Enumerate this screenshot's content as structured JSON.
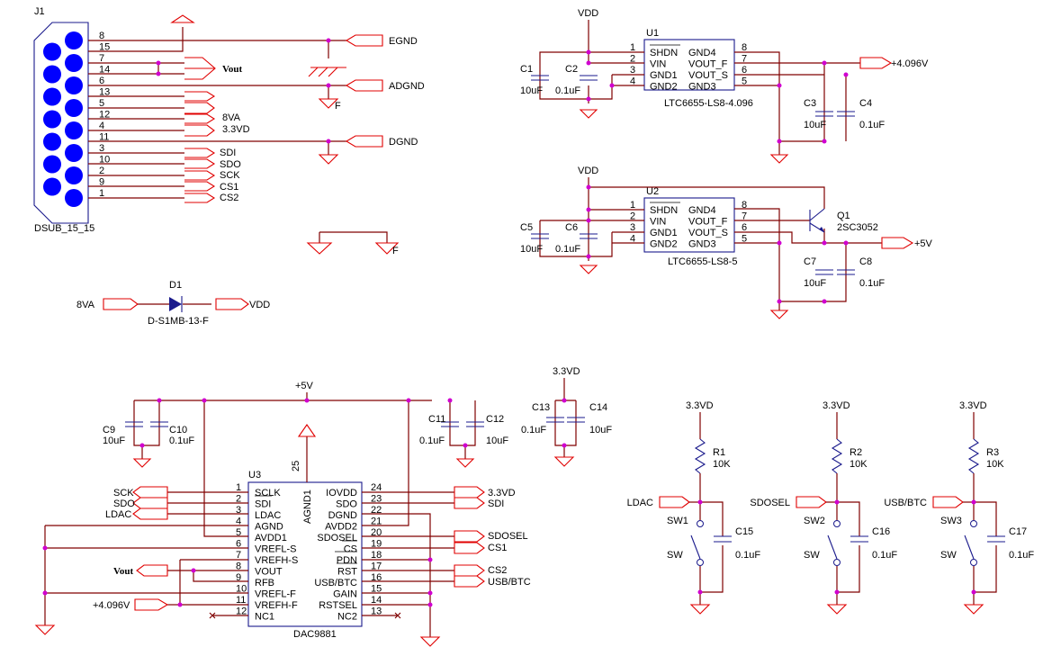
{
  "j1": {
    "ref": "J1",
    "footprint": "DSUB_15_15",
    "pins": [
      "8",
      "15",
      "7",
      "14",
      "6",
      "13",
      "5",
      "12",
      "4",
      "11",
      "3",
      "10",
      "2",
      "9",
      "1"
    ],
    "egnd": "EGND",
    "vout": "Vout",
    "adgnd": "ADGND",
    "v8va": "8VA",
    "v33": "3.3VD",
    "dgnd": "DGND",
    "sdi": "SDI",
    "sdo": "SDO",
    "sck": "SCK",
    "cs1": "CS1",
    "cs2": "CS2"
  },
  "d1": {
    "ref": "D1",
    "part": "D-S1MB-13-F",
    "in": "8VA",
    "out": "VDD"
  },
  "u1": {
    "ref": "U1",
    "part": "LTC6655-LS8-4.096",
    "vdd": "VDD",
    "out_net": "+4.096V",
    "pins_l": [
      "SHDN",
      "VIN",
      "GND1",
      "GND2"
    ],
    "pins_r": [
      "GND4",
      "VOUT_F",
      "VOUT_S",
      "GND3"
    ],
    "nums_l": [
      "1",
      "2",
      "3",
      "4"
    ],
    "nums_r": [
      "8",
      "7",
      "6",
      "5"
    ],
    "c1": "C1",
    "c1v": "10uF",
    "c2": "C2",
    "c2v": "0.1uF",
    "c3": "C3",
    "c3v": "10uF",
    "c4": "C4",
    "c4v": "0.1uF"
  },
  "u2": {
    "ref": "U2",
    "part": "LTC6655-LS8-5",
    "vdd": "VDD",
    "out_net": "+5V",
    "pins_l": [
      "SHDN",
      "VIN",
      "GND1",
      "GND2"
    ],
    "pins_r": [
      "GND4",
      "VOUT_F",
      "VOUT_S",
      "GND3"
    ],
    "nums_l": [
      "1",
      "2",
      "3",
      "4"
    ],
    "nums_r": [
      "8",
      "7",
      "6",
      "5"
    ],
    "c5": "C5",
    "c5v": "10uF",
    "c6": "C6",
    "c6v": "0.1uF",
    "c7": "C7",
    "c7v": "10uF",
    "c8": "C8",
    "c8v": "0.1uF",
    "q1": "Q1",
    "q1p": "2SC3052"
  },
  "u3": {
    "ref": "U3",
    "part": "DAC9881",
    "p5v": "+5V",
    "agnd1": "AGND1",
    "agnd1_num": "25",
    "pins_l": [
      "SCLK",
      "SDI",
      "LDAC",
      "AGND",
      "AVDD1",
      "VREFL-S",
      "VREFH-S",
      "VOUT",
      "RFB",
      "VREFL-F",
      "VREFH-F",
      "NC1"
    ],
    "nums_l": [
      "1",
      "2",
      "3",
      "4",
      "5",
      "6",
      "7",
      "8",
      "9",
      "10",
      "11",
      "12"
    ],
    "pins_r": [
      "IOVDD",
      "SDO",
      "DGND",
      "AVDD2",
      "SDOSEL",
      "CS",
      "PDN",
      "RST",
      "USB/BTC",
      "GAIN",
      "RSTSEL",
      "NC2"
    ],
    "nums_r": [
      "24",
      "23",
      "22",
      "21",
      "20",
      "19",
      "18",
      "17",
      "16",
      "15",
      "14",
      "13"
    ],
    "in_sck": "SCK",
    "in_sdo": "SDO",
    "in_ldac": "LDAC",
    "in_vout": "Vout",
    "in_ref": "+4.096V",
    "out_33": "3.3VD",
    "out_sdi": "SDI",
    "out_sdosel": "SDOSEL",
    "out_cs1": "CS1",
    "out_cs2": "CS2",
    "out_usb": "USB/BTC",
    "c9": "C9",
    "c9v": "10uF",
    "c10": "C10",
    "c10v": "0.1uF",
    "c11": "C11",
    "c11v": "0.1uF",
    "c12": "C12",
    "c12v": "10uF"
  },
  "c13": {
    "rail": "3.3VD",
    "c13": "C13",
    "c13v": "0.1uF",
    "c14": "C14",
    "c14v": "10uF"
  },
  "switches": [
    {
      "rail": "3.3VD",
      "r": "R1",
      "rv": "10K",
      "net": "LDAC",
      "sw": "SW1",
      "swt": "SW",
      "c": "C15",
      "cv": "0.1uF"
    },
    {
      "rail": "3.3VD",
      "r": "R2",
      "rv": "10K",
      "net": "SDOSEL",
      "sw": "SW2",
      "swt": "SW",
      "c": "C16",
      "cv": "0.1uF"
    },
    {
      "rail": "3.3VD",
      "r": "R3",
      "rv": "10K",
      "net": "USB/BTC",
      "sw": "SW3",
      "swt": "SW",
      "c": "C17",
      "cv": "0.1uF"
    }
  ],
  "gnd_f": "F",
  "colors": {
    "wire": "#800000",
    "body": "#1a1a8c",
    "port": "#e00000",
    "junction": "#d000d0"
  }
}
